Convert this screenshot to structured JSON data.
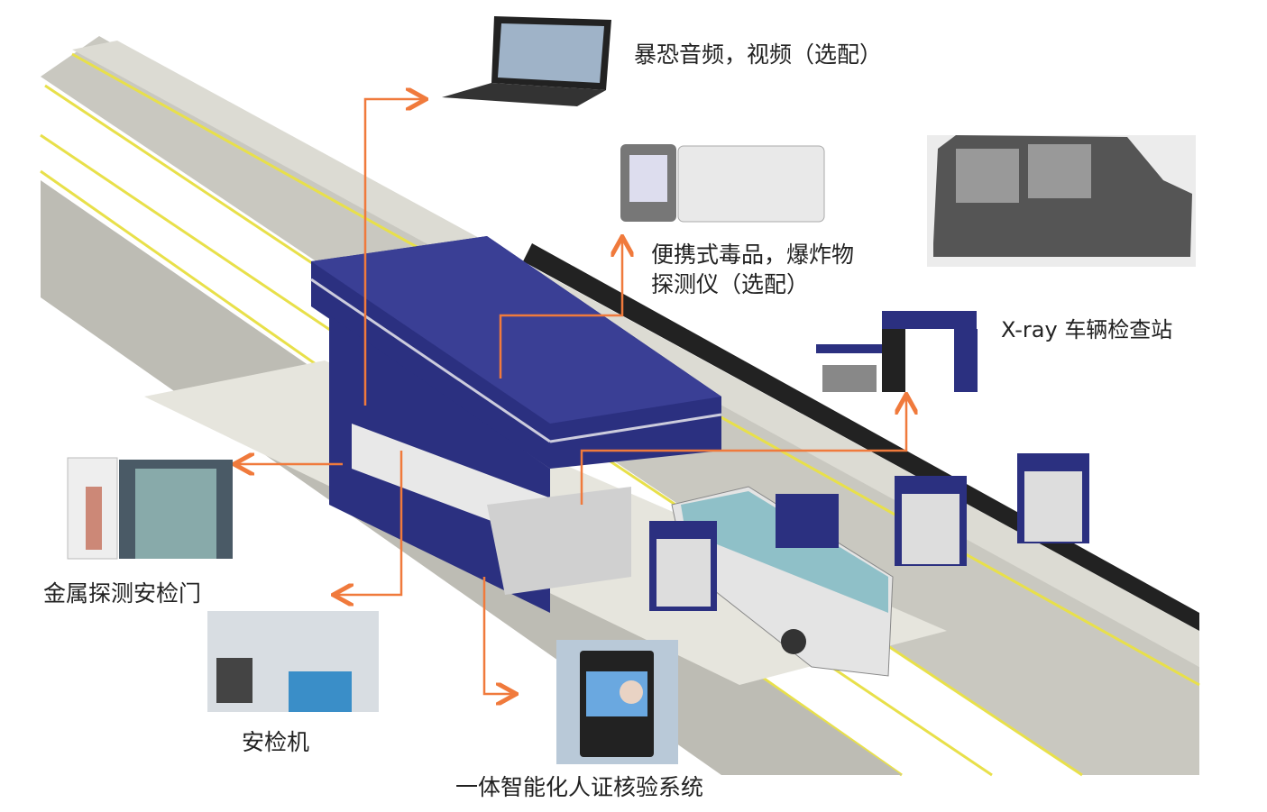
{
  "labels": {
    "audio_video": "暴恐音频，视频（选配）",
    "detector_line1": "便携式毒品，爆炸物",
    "detector_line2": "探测仪（选配）",
    "xray_station": "X-ray 车辆检查站",
    "metal_door": "金属探测安检门",
    "security_machine": "安检机",
    "id_verification": "一体智能化人证核验系统"
  },
  "colors": {
    "booth_blue": "#2b3080",
    "arrow_orange": "#f07a3c",
    "road_gray": "#c9c8c0",
    "lane_yellow": "#e8e04a"
  },
  "icons": [
    "laptop-icon",
    "explosive-detector-icon",
    "xray-car-image",
    "xray-station-icon",
    "metal-detector-door-image",
    "security-xray-machine-image",
    "face-verification-terminal-image",
    "bus-icon",
    "police-booth"
  ]
}
